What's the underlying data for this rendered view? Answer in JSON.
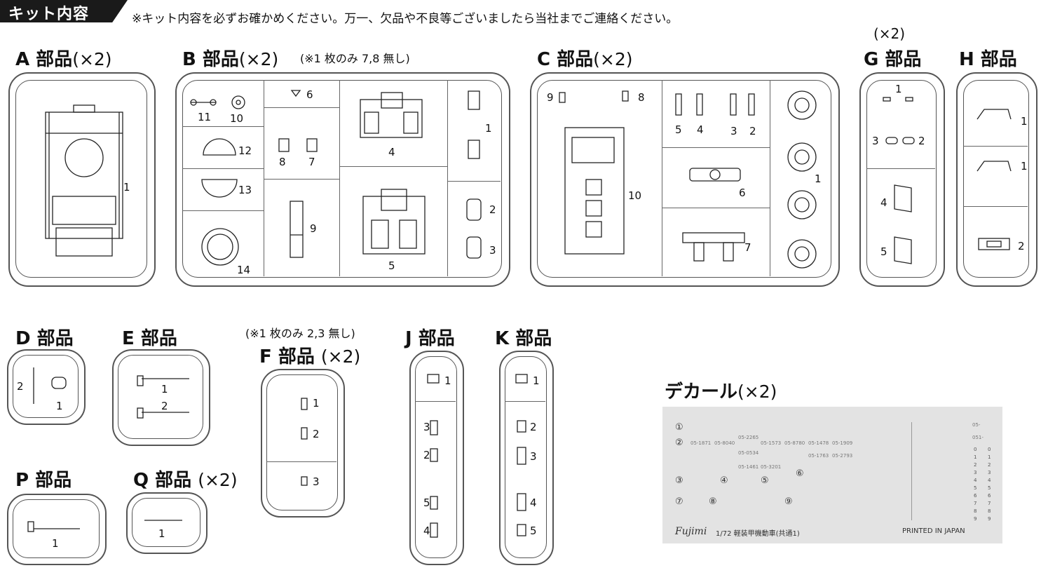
{
  "header": {
    "tag": "キット内容",
    "notice": "※キット内容を必ずお確かめください。万一、欠品や不良等ございましたら当社までご連絡ください。"
  },
  "sections": {
    "A": {
      "title": "A 部品",
      "qty": "(×2)",
      "parts": [
        "1"
      ]
    },
    "B": {
      "title": "B 部品",
      "qty": "(×2)",
      "note": "(※1 枚のみ 7,8 無し)",
      "parts": [
        "11",
        "10",
        "12",
        "13",
        "14",
        "6",
        "8",
        "7",
        "9",
        "4",
        "5",
        "1",
        "2",
        "3"
      ]
    },
    "C": {
      "title": "C 部品",
      "qty": "(×2)",
      "parts": [
        "9",
        "8",
        "10",
        "5",
        "4",
        "3",
        "2",
        "6",
        "7",
        "1"
      ]
    },
    "G": {
      "title": "G 部品",
      "qty": "(×2)",
      "parts": [
        "1",
        "3",
        "2",
        "4",
        "5"
      ]
    },
    "H": {
      "title": "H 部品",
      "parts": [
        "1",
        "1",
        "2"
      ]
    },
    "D": {
      "title": "D 部品",
      "parts": [
        "2",
        "1"
      ]
    },
    "E": {
      "title": "E 部品",
      "parts": [
        "1",
        "2"
      ]
    },
    "F": {
      "title": "F 部品",
      "qty": "(×2)",
      "note": "(※1 枚のみ 2,3 無し)",
      "parts": [
        "1",
        "2",
        "3"
      ]
    },
    "J": {
      "title": "J 部品",
      "parts": [
        "1",
        "3",
        "2",
        "5",
        "4"
      ]
    },
    "K": {
      "title": "K 部品",
      "parts": [
        "1",
        "2",
        "3",
        "4",
        "5"
      ]
    },
    "P": {
      "title": "P 部品",
      "parts": [
        "1"
      ]
    },
    "Q": {
      "title": "Q 部品",
      "qty": "(×2)",
      "parts": [
        "1"
      ]
    }
  },
  "decal": {
    "title": "デカール",
    "qty": "(×2)",
    "markers": [
      "①",
      "②",
      "③",
      "④",
      "⑤",
      "⑥",
      "⑦",
      "⑧",
      "⑨"
    ],
    "codes": [
      "05-1871",
      "05-8040",
      "05-2265",
      "05-1573",
      "05-8780",
      "05-1478",
      "05-1909",
      "05-0534",
      "05-1763",
      "05-2793",
      "05-1461",
      "05-3201"
    ],
    "brand": "Fujimi",
    "product": "1/72 軽装甲機動車(共通1)",
    "printed": "PRINTED IN JAPAN",
    "code_top": "05-",
    "code_mid": "051-",
    "num_col_a": [
      "0",
      "1",
      "2",
      "3",
      "4",
      "5",
      "6",
      "7",
      "8",
      "9"
    ],
    "num_col_b": [
      "0",
      "1",
      "2",
      "3",
      "4",
      "5",
      "6",
      "7",
      "8",
      "9"
    ]
  }
}
